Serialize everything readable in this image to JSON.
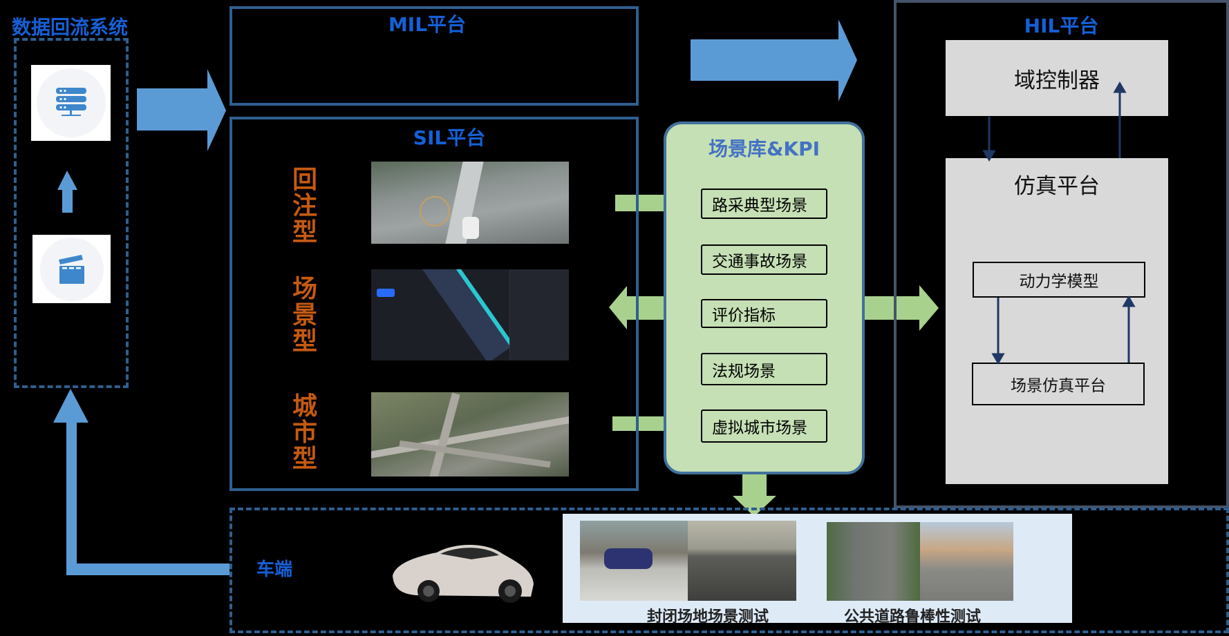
{
  "data_return": {
    "title": "数据回流系统",
    "icons": [
      "server-icon",
      "clapperboard-icon"
    ]
  },
  "mil": {
    "title": "MIL平台"
  },
  "sil": {
    "title": "SIL平台",
    "rows": [
      {
        "label": "回注型",
        "image": "highway-replay-image"
      },
      {
        "label": "场景型",
        "image": "scenario-sim-image"
      },
      {
        "label": "城市型",
        "image": "city-interchange-image"
      }
    ]
  },
  "scene_lib": {
    "title": "场景库&KPI",
    "items": [
      "路采典型场景",
      "交通事故场景",
      "评价指标",
      "法规场景",
      "虚拟城市场景"
    ]
  },
  "hil": {
    "title": "HIL平台",
    "controller": "域控制器",
    "sim_platform": "仿真平台",
    "dynamics": "动力学模型",
    "scene_sim": "场景仿真平台"
  },
  "vehicle": {
    "label": "车端",
    "tests": [
      "封闭场地场景测试",
      "公共道路鲁棒性测试"
    ]
  },
  "colors": {
    "title_blue": "#1560D8",
    "border": "#2F5F8F",
    "arrow_blue": "#5B9BD5",
    "arrow_green": "#A9D18E",
    "panel_green": "#C5E0B4",
    "label_orange": "#C55A11",
    "hil_border": "#44546A"
  }
}
